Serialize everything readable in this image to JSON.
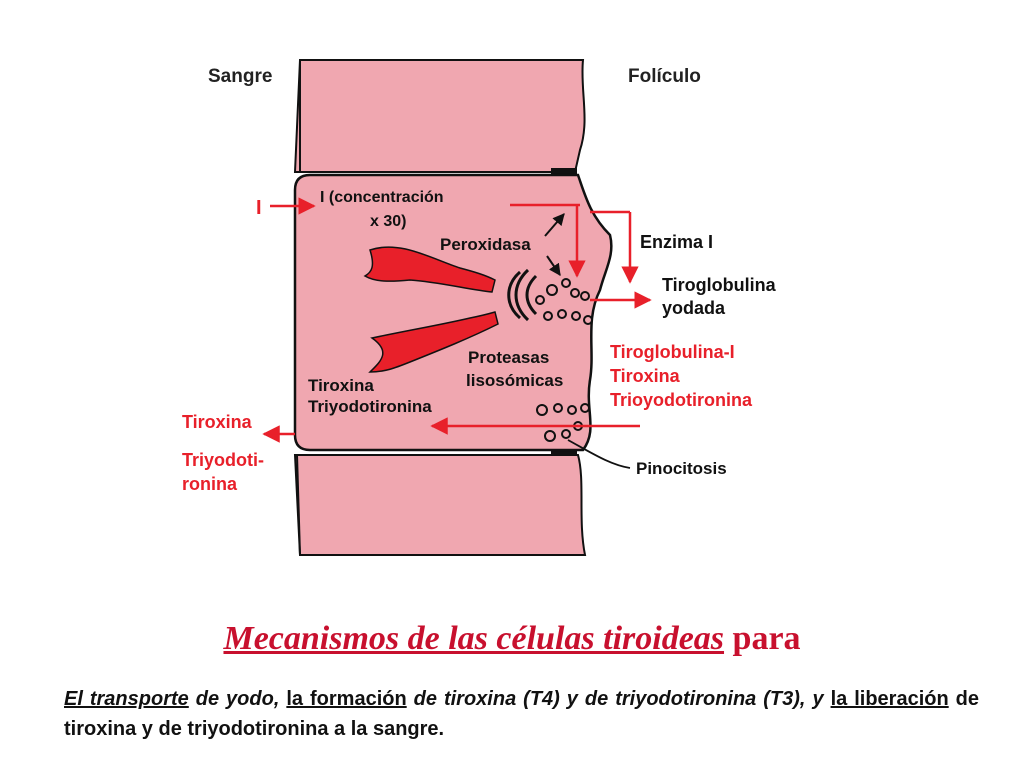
{
  "colors": {
    "cell_fill": "#f0a7b0",
    "accent_red": "#e8202a",
    "title_red": "#c8102e",
    "ink": "#111111"
  },
  "diagram": {
    "label_sangre": "Sangre",
    "label_foliculo": "Folículo",
    "label_i_in": "I",
    "label_concentracion_1": "I (concentración",
    "label_concentracion_2": "x 30)",
    "label_peroxidasa": "Peroxidasa",
    "label_enzima": "Enzima I",
    "label_tiroglobulina_yodada_1": "Tiroglobulina",
    "label_tiroglobulina_yodada_2": "yodada",
    "label_proteasas_1": "Proteasas",
    "label_proteasas_2": "lisosómicas",
    "label_tiroxina_inner": "Tiroxina",
    "label_triyodotironina_inner": "Triyodotironina",
    "label_red_tiroglobulina_i": "Tiroglobulina-I",
    "label_red_tiroxina": "Tiroxina",
    "label_red_trioyodotironina": "Trioyodotironina",
    "label_out_tiroxina": "Tiroxina",
    "label_out_triyodo_1": "Triyodoti-",
    "label_out_triyodo_2": "ronina",
    "label_pinocitosis": "Pinocitosis"
  },
  "caption": {
    "title_main": "Mecanismos de las células tiroideas",
    "title_tail": "para",
    "p_1": "El transporte",
    "p_2": " de yodo, ",
    "p_3": "la formación",
    "p_4": " de tiroxina (T4) y de triyodotironina (T3), y ",
    "p_5": "la liberación",
    "p_6": " de tiroxina y de triyodotironina a la sangre."
  }
}
